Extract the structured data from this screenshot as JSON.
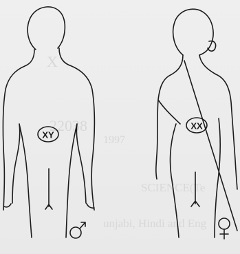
{
  "figure": {
    "male": {
      "chromosome_label": "XY",
      "symbol": "male-symbol"
    },
    "female": {
      "chromosome_label": "XX",
      "symbol": "female-symbol"
    }
  },
  "background_bleed": {
    "lines": [
      "X",
      "22038",
      "1997",
      "SCIENCE(Te",
      "unjabi, Hindi and Eng"
    ]
  },
  "colors": {
    "ink": "#1b1b1b",
    "paper": "#ececec",
    "bleed": "#d8d8d8"
  }
}
